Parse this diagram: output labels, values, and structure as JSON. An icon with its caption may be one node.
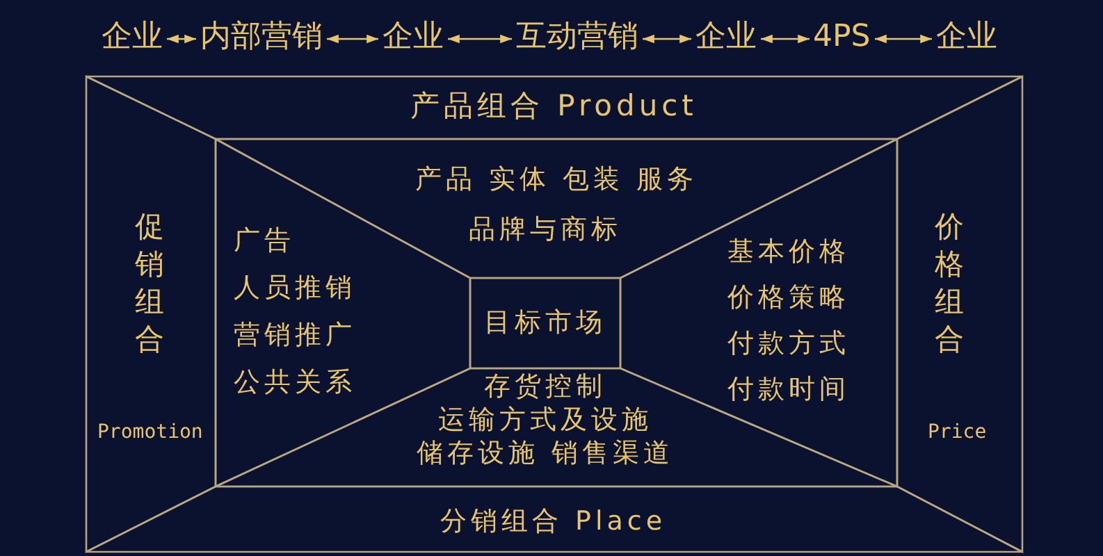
{
  "diagram": {
    "nodes": [
      {
        "text": [
          "企业"
        ]
      },
      {
        "text": [
          "内部营销"
        ]
      },
      {
        "text": [
          "企业"
        ]
      },
      {
        "text": [
          "互动营销"
        ]
      },
      {
        "text": [
          "企业"
        ]
      },
      {
        "text": [
          "4PS"
        ]
      },
      {
        "text": [
          "企业"
        ]
      },
      {
        "text": [
          "产品组合 Product"
        ]
      },
      {
        "text": [
          "促销组合",
          "Promotion"
        ]
      },
      {
        "text": [
          "价格组合",
          "Price"
        ]
      },
      {
        "text": [
          "分销组合 Place"
        ]
      },
      {
        "text": [
          "产品 实体 包装 服务",
          "品牌与商标"
        ]
      },
      {
        "text": [
          "广告",
          "人员推销",
          "营销推广",
          "公共关系"
        ]
      },
      {
        "text": [
          "基本价格",
          "价格策略",
          "付款方式",
          "付款时间"
        ]
      },
      {
        "text": [
          "存货控制",
          "运输方式及设施",
          "储存设施 销售渠道"
        ]
      },
      {
        "text": [
          "目标市场"
        ]
      }
    ],
    "edges": [
      {
        "from": 0,
        "to": 1,
        "arrow": "both"
      },
      {
        "from": 1,
        "to": 2,
        "arrow": "both"
      },
      {
        "from": 2,
        "to": 3,
        "arrow": "both"
      },
      {
        "from": 3,
        "to": 4,
        "arrow": "both"
      },
      {
        "from": 4,
        "to": 5,
        "arrow": "both"
      },
      {
        "from": 5,
        "to": 6,
        "arrow": "both"
      }
    ]
  }
}
